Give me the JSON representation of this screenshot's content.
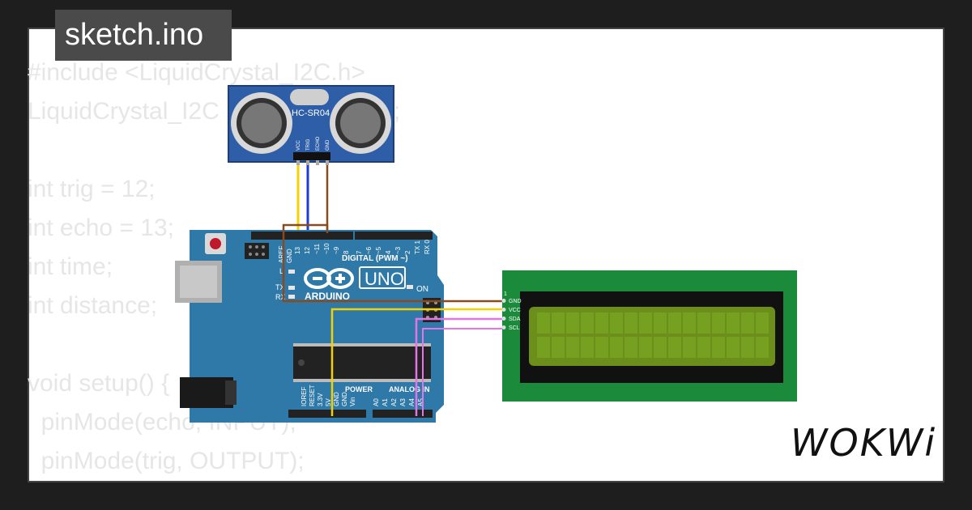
{
  "title": "sketch.ino",
  "brand": "WOKWi",
  "code_lines": [
    "#include <LiquidCrystal_I2C.h>",
    "LiquidCrystal_I2C lcd(0x27, 16, 3);",
    "",
    "int trig = 12;",
    "int echo = 13;",
    "int time;",
    "int distance;",
    "",
    "void setup() {",
    "  pinMode(echo, INPUT);",
    "  pinMode(trig, OUTPUT);"
  ],
  "sensor": {
    "label": "HC-SR04",
    "pins": [
      "VCC",
      "TRIG",
      "ECHO",
      "GND"
    ]
  },
  "arduino": {
    "brand": "ARDUINO",
    "model": "UNO",
    "on_label": "ON",
    "digital_label": "DIGITAL (PWM ~)",
    "power_label": "POWER",
    "analog_label": "ANALOG IN",
    "aref": "AREF",
    "gnd": "GND",
    "led_l": "L",
    "led_tx": "TX",
    "led_rx": "RX",
    "digital_pins": [
      "13",
      "12",
      "~11",
      "~10",
      "~9",
      "8",
      "7",
      "~6",
      "~5",
      "4",
      "~3",
      "2",
      "TX 1",
      "RX 0"
    ],
    "power_pins": [
      "IOREF",
      "RESET",
      "3.3V",
      "5V",
      "GND",
      "GND",
      "Vin"
    ],
    "analog_pins": [
      "A0",
      "A1",
      "A2",
      "A3",
      "A4",
      "A5"
    ]
  },
  "lcd": {
    "pin_number": "1",
    "pins": [
      "GND",
      "VCC",
      "SDA",
      "SCL"
    ]
  },
  "colors": {
    "board": "#2f79a8",
    "lcd_pcb": "#1b8a3a",
    "lcd_screen": "#6b8f1a",
    "wire_vcc": "#f2d200",
    "wire_trig": "#1d3fd1",
    "wire_gnd": "#8a4a1e",
    "wire_sda": "#e873e8"
  }
}
